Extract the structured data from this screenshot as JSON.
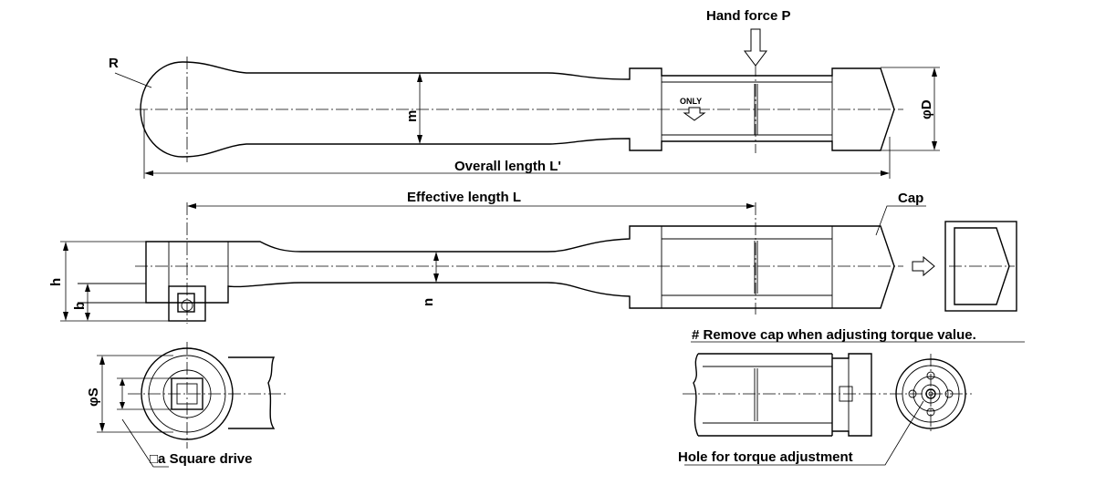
{
  "labels": {
    "hand_force": "Hand force P",
    "radius": "R",
    "width_m": "m",
    "only_mark": "ONLY",
    "diameter_D": "φD",
    "overall_length": "Overall length L'",
    "effective_length": "Effective length L",
    "cap": "Cap",
    "height_h": "h",
    "height_b": "b",
    "width_n": "n",
    "diameter_S": "φS",
    "square_drive": "□a Square drive",
    "remove_cap_note": "# Remove cap when adjusting torque value.",
    "adjust_hole": "Hole for torque adjustment"
  }
}
